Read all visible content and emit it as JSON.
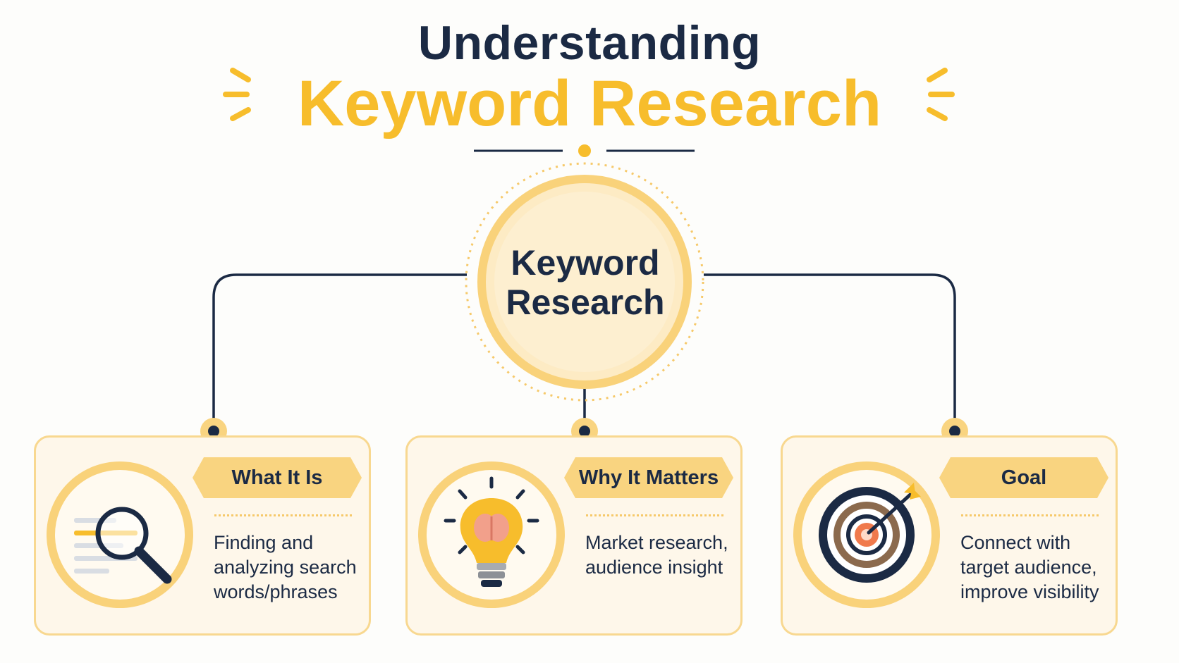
{
  "title": {
    "line1": "Understanding",
    "line2": "Keyword Research"
  },
  "hub": {
    "label": "Keyword\nResearch"
  },
  "cards": [
    {
      "heading": "What It Is",
      "description": "Finding and analyzing search words/phrases",
      "icon": "magnifier-document-icon"
    },
    {
      "heading": "Why It Matters",
      "description": "Market research, audience insight",
      "icon": "lightbulb-brain-icon"
    },
    {
      "heading": "Goal",
      "description": "Connect with target audience, improve visibility",
      "icon": "target-arrow-icon"
    }
  ],
  "colors": {
    "navy": "#1b2a44",
    "accent": "#f7bd2c",
    "card_fill": "#fef7ea",
    "card_border": "#f8d890",
    "ribbon": "#f9d480"
  }
}
